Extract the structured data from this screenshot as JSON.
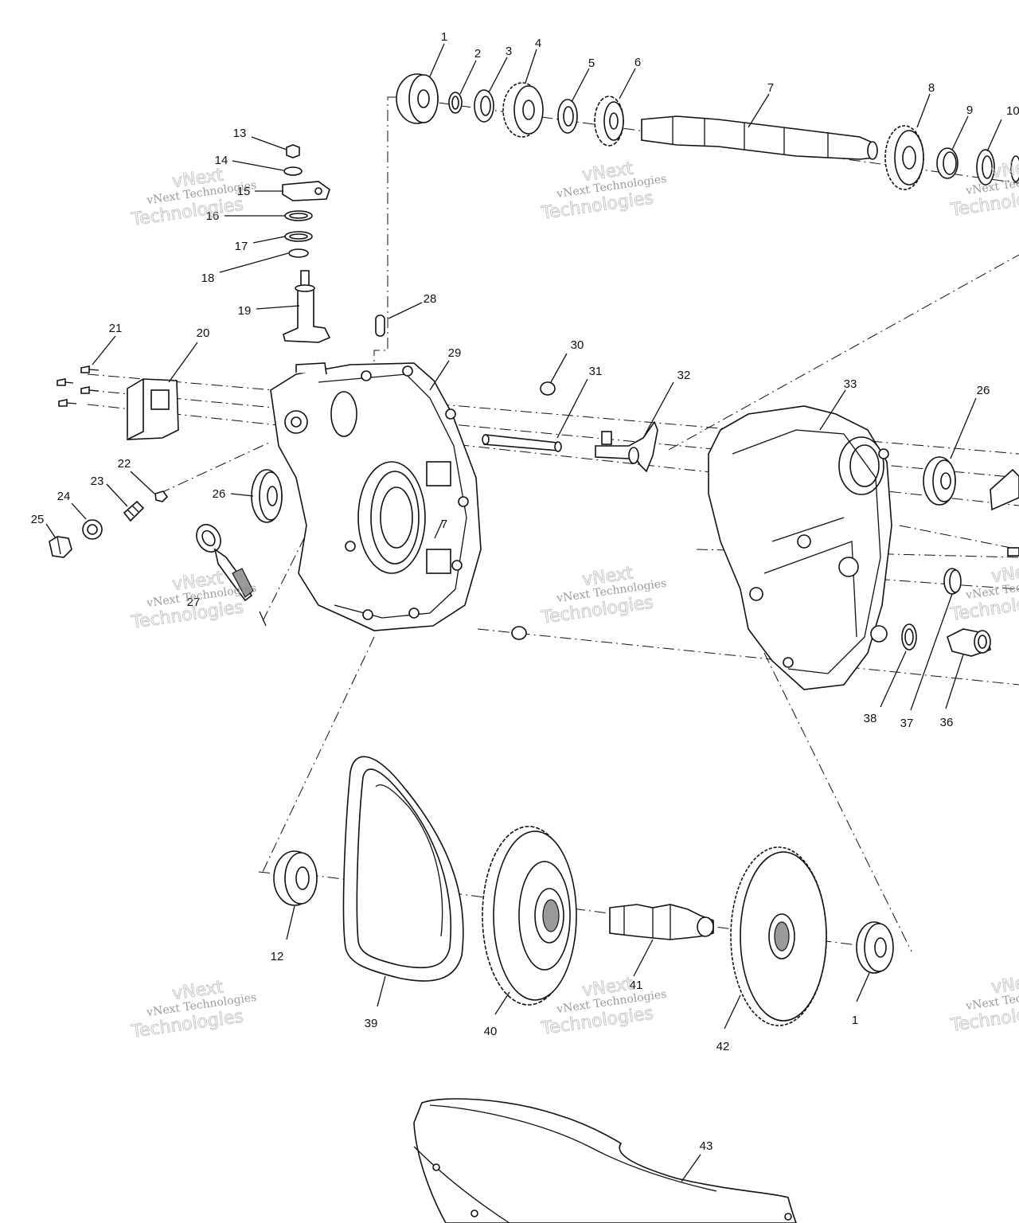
{
  "watermark": {
    "line1": "vNext Technologies",
    "line2": "vNext",
    "line3": "Technologies"
  },
  "callouts": [
    "1",
    "2",
    "3",
    "4",
    "5",
    "6",
    "7",
    "8",
    "9",
    "10",
    "12",
    "13",
    "14",
    "15",
    "16",
    "17",
    "18",
    "19",
    "20",
    "21",
    "22",
    "23",
    "24",
    "25",
    "26",
    "27",
    "28",
    "29",
    "30",
    "31",
    "32",
    "33",
    "36",
    "37",
    "38",
    "39",
    "40",
    "41",
    "42",
    "43"
  ],
  "callouts_extra": {
    "c1b": "1",
    "c26b": "26",
    "c7b": "7"
  }
}
